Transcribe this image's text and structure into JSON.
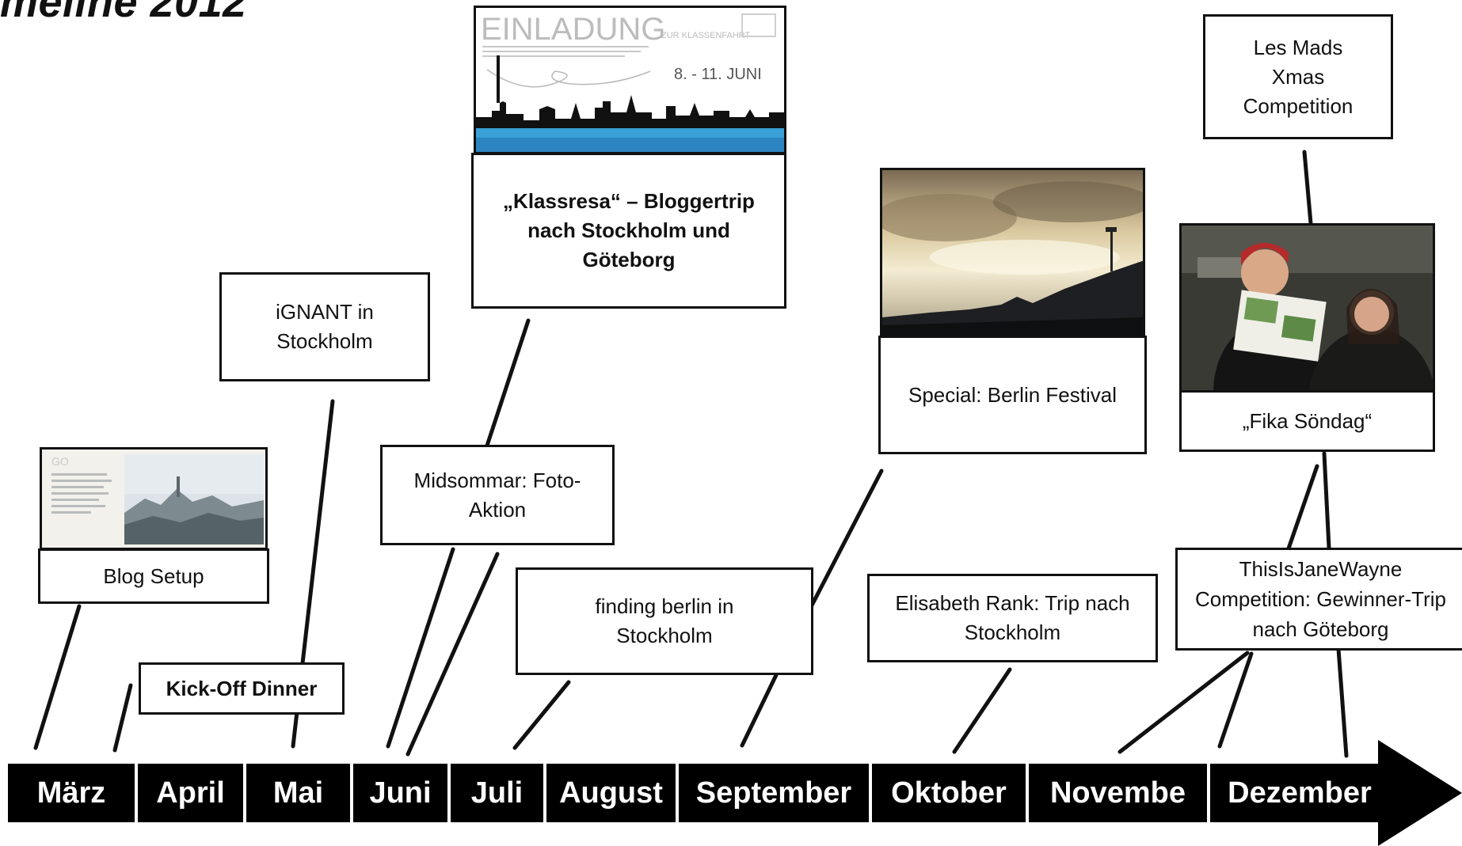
{
  "title": "meline 2012",
  "months": [
    "März",
    "April",
    "Mai",
    "Juni",
    "Juli",
    "August",
    "September",
    "Oktober",
    "Novembe",
    "Dezember"
  ],
  "events": {
    "blog_setup": "Blog Setup",
    "kickoff": "Kick-Off Dinner",
    "ignant": "iGNANT in Stockholm",
    "klassresa": "„Klassresa“ – Bloggertrip nach Stockholm und Göteborg",
    "midsommar": "Midsommar: Foto-Aktion",
    "finding_berlin": "finding berlin in Stockholm",
    "berlin_festival": "Special: Berlin Festival",
    "elisabeth": "Elisabeth Rank: Trip nach Stockholm",
    "les_mads": "Les Mads Xmas Competition",
    "fika": "„Fika Söndag“",
    "jane_wayne": "ThisIsJaneWayne Competition: Gewinner-Trip nach Göteborg"
  },
  "invitation": {
    "heading": "EINLADUNG",
    "sub": "ZUR KLASSENFAHRT",
    "dates": "8. - 11. JUNI"
  }
}
